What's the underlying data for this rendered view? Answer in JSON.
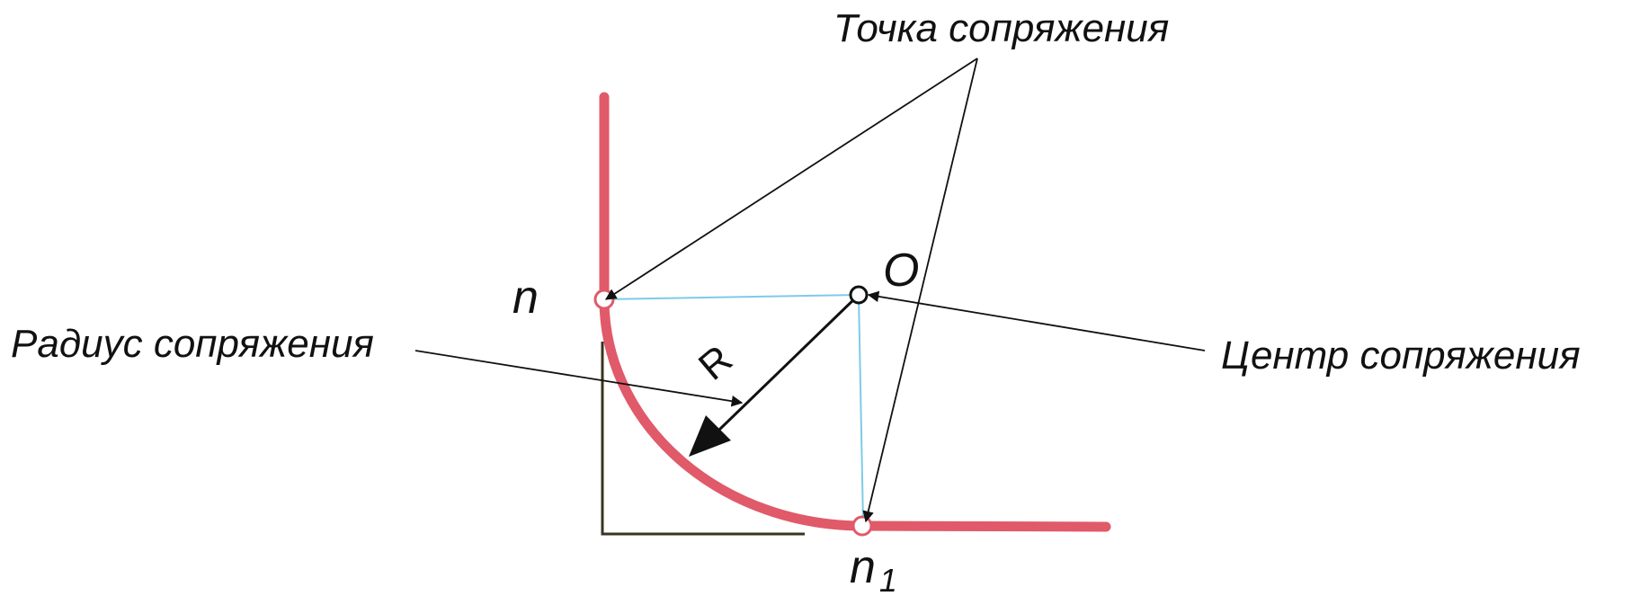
{
  "labels": {
    "tangent_points": "Точка сопряжения",
    "fillet_radius": "Радиус сопряжения",
    "fillet_center": "Центр сопряжения",
    "point_n": "n",
    "point_n1": "n",
    "point_n1_subscript": "1",
    "center_o": "O",
    "radius_r": "R"
  },
  "colors": {
    "curve": "#e05a6a",
    "construction": "#7ecbe8",
    "corner": "#3a3520",
    "pointer": "#111111"
  }
}
